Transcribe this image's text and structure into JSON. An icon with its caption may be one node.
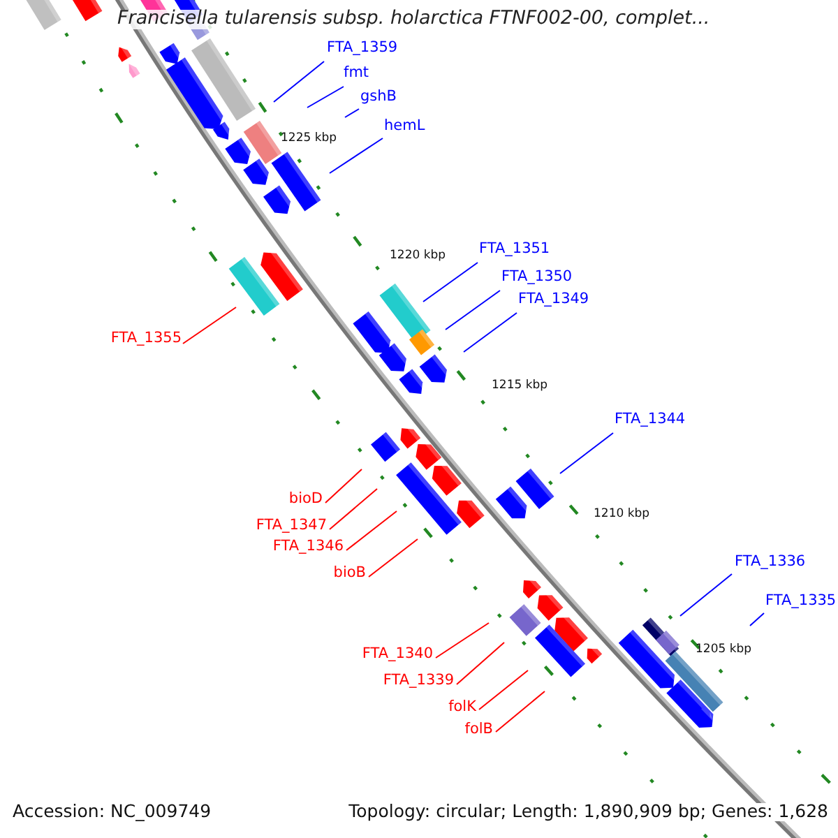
{
  "diagram": {
    "title": "Francisella tularensis subsp. holarctica FTNF002-00, complet...",
    "nodes": [
      {
        "text": [
          "FTA_1359"
        ]
      },
      {
        "text": [
          "fmt"
        ]
      },
      {
        "text": [
          "gshB"
        ]
      },
      {
        "text": [
          "hemL"
        ]
      },
      {
        "text": [
          "FTA_1355"
        ]
      },
      {
        "text": [
          "FTA_1351"
        ]
      },
      {
        "text": [
          "FTA_1350"
        ]
      },
      {
        "text": [
          "FTA_1349"
        ]
      },
      {
        "text": [
          "FTA_1344"
        ]
      },
      {
        "text": [
          "bioD"
        ]
      },
      {
        "text": [
          "FTA_1347"
        ]
      },
      {
        "text": [
          "FTA_1346"
        ]
      },
      {
        "text": [
          "bioB"
        ]
      },
      {
        "text": [
          "FTA_1336"
        ]
      },
      {
        "text": [
          "FTA_1335"
        ]
      },
      {
        "text": [
          "FTA_1340"
        ]
      },
      {
        "text": [
          "FTA_1339"
        ]
      },
      {
        "text": [
          "folK"
        ]
      },
      {
        "text": [
          "folB"
        ]
      }
    ],
    "edges": [
      {
        "from": 0,
        "to": null,
        "arrow": "none"
      },
      {
        "from": 1,
        "to": null,
        "arrow": "none"
      },
      {
        "from": 2,
        "to": null,
        "arrow": "none"
      },
      {
        "from": 3,
        "to": null,
        "arrow": "none"
      },
      {
        "from": 4,
        "to": null,
        "arrow": "none",
        "color": "#ff0000"
      },
      {
        "from": 5,
        "to": null,
        "arrow": "none"
      },
      {
        "from": 6,
        "to": null,
        "arrow": "none"
      },
      {
        "from": 7,
        "to": null,
        "arrow": "none"
      },
      {
        "from": 8,
        "to": null,
        "arrow": "none"
      },
      {
        "from": 9,
        "to": null,
        "arrow": "none",
        "color": "#ff0000"
      },
      {
        "from": 10,
        "to": null,
        "arrow": "none",
        "color": "#ff0000"
      },
      {
        "from": 11,
        "to": null,
        "arrow": "none",
        "color": "#ff0000"
      },
      {
        "from": 12,
        "to": null,
        "arrow": "none",
        "color": "#ff0000"
      },
      {
        "from": 13,
        "to": null,
        "arrow": "none"
      },
      {
        "from": 14,
        "to": null,
        "arrow": "none"
      },
      {
        "from": 15,
        "to": null,
        "arrow": "none",
        "color": "#ff0000"
      },
      {
        "from": 16,
        "to": null,
        "arrow": "none",
        "color": "#ff0000"
      },
      {
        "from": 17,
        "to": null,
        "arrow": "none",
        "color": "#ff0000"
      },
      {
        "from": 18,
        "to": null,
        "arrow": "none",
        "color": "#ff0000"
      }
    ],
    "labels": [
      "1225 kbp",
      "1220 kbp",
      "1215 kbp",
      "1210 kbp",
      "1205 kbp",
      "Accession: NC_009749",
      "Topology: circular; Length: 1,890,909 bp; Genes: 1,628"
    ]
  }
}
